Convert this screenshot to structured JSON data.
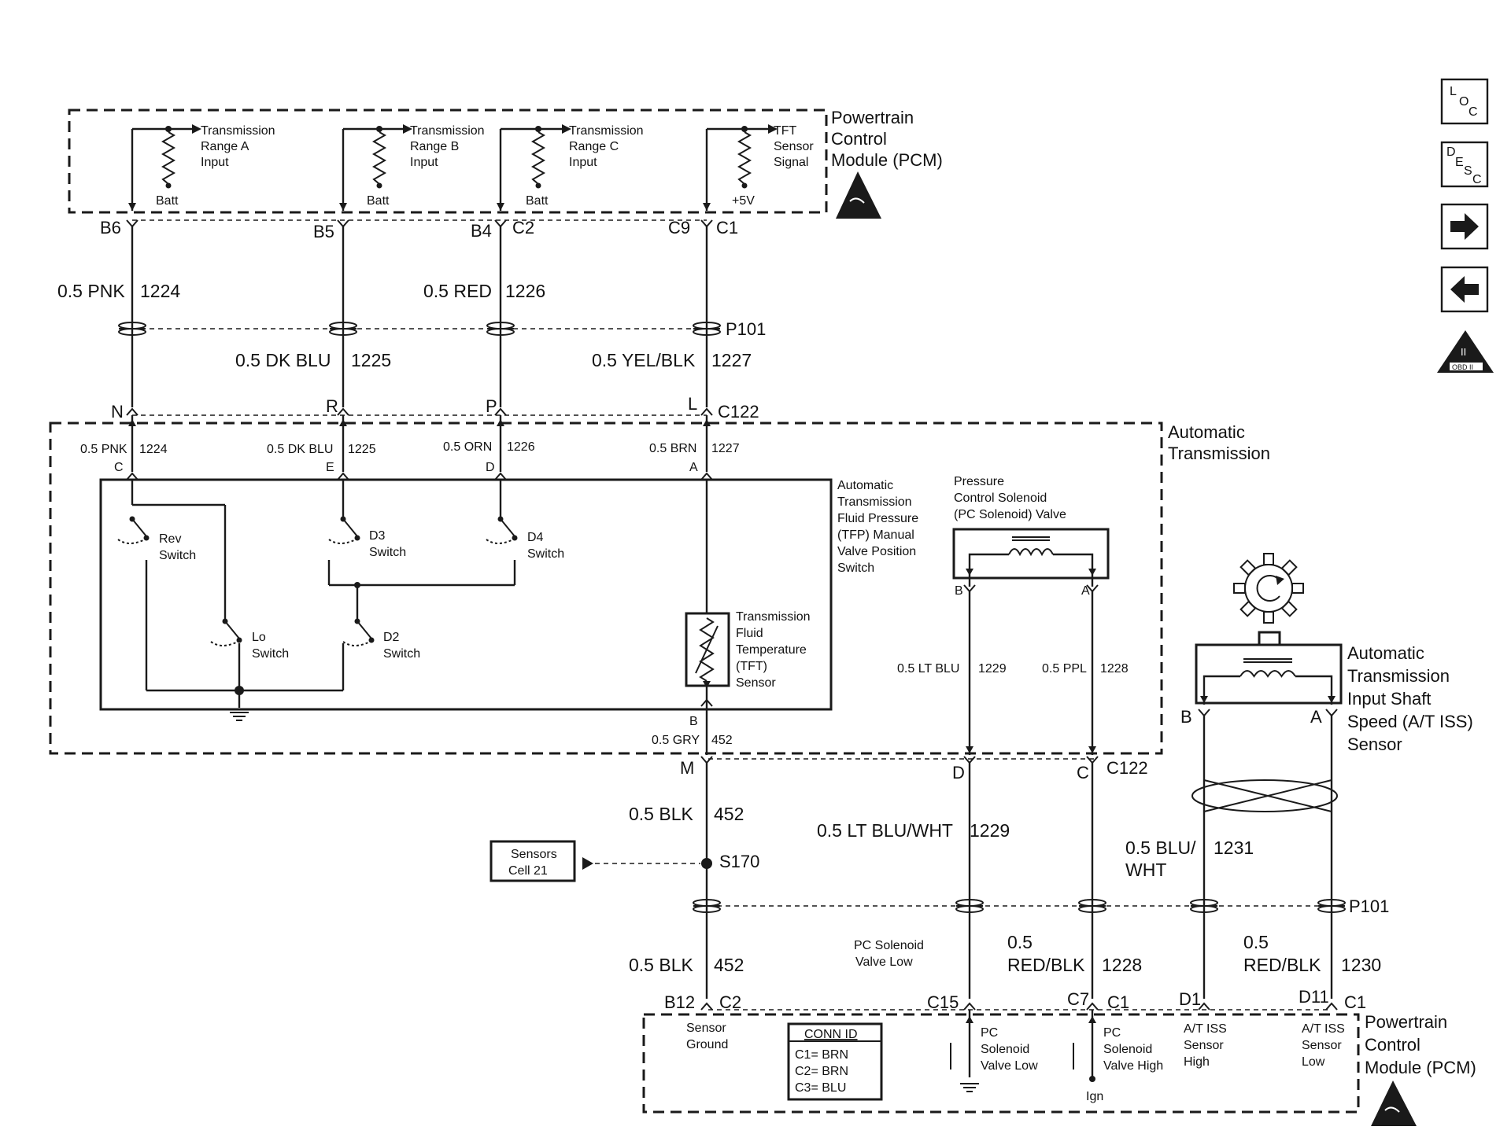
{
  "pcm_top": {
    "title": [
      "Powertrain",
      "Control",
      "Module (PCM)"
    ],
    "inputs": [
      {
        "name": [
          "Transmission",
          "Range A",
          "Input"
        ],
        "supply": "Batt"
      },
      {
        "name": [
          "Transmission",
          "Range B",
          "Input"
        ],
        "supply": "Batt"
      },
      {
        "name": [
          "Transmission",
          "Range C",
          "Input"
        ],
        "supply": "Batt"
      },
      {
        "name": [
          "TFT",
          "Sensor",
          "Signal"
        ],
        "supply": "+5V"
      }
    ],
    "pins": [
      "B6",
      "B5",
      "B4",
      "C2",
      "C9",
      "C1"
    ]
  },
  "harness_top": {
    "wires": [
      {
        "gauge_color": "0.5 PNK",
        "circuit": "1224"
      },
      {
        "gauge_color": "0.5 DK BLU",
        "circuit": "1225"
      },
      {
        "gauge_color": "0.5 RED",
        "circuit": "1226"
      },
      {
        "gauge_color": "0.5 YEL/BLK",
        "circuit": "1227"
      }
    ],
    "connector": "P101"
  },
  "transmission": {
    "title": [
      "Automatic",
      "Transmission"
    ],
    "connector": "C122",
    "pins_top": [
      "N",
      "R",
      "P",
      "L"
    ],
    "internal_wires": [
      {
        "gauge_color": "0.5 PNK",
        "circuit": "1224",
        "pin": "C"
      },
      {
        "gauge_color": "0.5 DK BLU",
        "circuit": "1225",
        "pin": "E"
      },
      {
        "gauge_color": "0.5 ORN",
        "circuit": "1226",
        "pin": "D"
      },
      {
        "gauge_color": "0.5 BRN",
        "circuit": "1227",
        "pin": "A"
      }
    ],
    "tfp_label": [
      "Automatic",
      "Transmission",
      "Fluid Pressure",
      "(TFP) Manual",
      "Valve Position",
      "Switch"
    ],
    "switches": {
      "rev": [
        "Rev",
        "Switch"
      ],
      "d3": [
        "D3",
        "Switch"
      ],
      "d4": [
        "D4",
        "Switch"
      ],
      "lo": [
        "Lo",
        "Switch"
      ],
      "d2": [
        "D2",
        "Switch"
      ]
    },
    "tft_label": [
      "Transmission",
      "Fluid",
      "Temperature",
      "(TFT)",
      "Sensor"
    ],
    "tft_bottom_pin": "B",
    "ground_wire": {
      "gauge_color": "0.5 GRY",
      "circuit": "452"
    },
    "pc_solenoid": {
      "label": [
        "Pressure",
        "Control Solenoid",
        "(PC Solenoid) Valve"
      ],
      "pin_b": "B",
      "pin_a": "A",
      "wire_b": {
        "gauge_color": "0.5 LT BLU",
        "circuit": "1229"
      },
      "wire_a": {
        "gauge_color": "0.5 PPL",
        "circuit": "1228"
      }
    },
    "pins_bottom": [
      "M",
      "D",
      "C"
    ]
  },
  "iss_sensor": {
    "label": [
      "Automatic",
      "Transmission",
      "Input Shaft",
      "Speed (A/T ISS)",
      "Sensor"
    ],
    "pin_b": "B",
    "pin_a": "A"
  },
  "harness_bottom": {
    "ground_wire": {
      "gauge_color": "0.5 BLK",
      "circuit": "452"
    },
    "splice": "S170",
    "sensors_ref": [
      "Sensors",
      "Cell 21"
    ],
    "pc_wire": {
      "gauge_color": "0.5 LT BLU/WHT",
      "circuit": "1229"
    },
    "iss_wire_b": {
      "gauge_color": [
        "0.5 BLU/",
        "WHT"
      ],
      "circuit": "1231"
    },
    "connector": "P101",
    "ground_wire_2": {
      "gauge_color": "0.5 BLK",
      "circuit": "452"
    },
    "pc_low_label": [
      "PC Solenoid",
      "Valve Low"
    ],
    "wire_1228": {
      "gauge_color": [
        "0.5",
        "RED/BLK"
      ],
      "circuit": "1228"
    },
    "wire_1230": {
      "gauge_color": [
        "0.5",
        "RED/BLK"
      ],
      "circuit": "1230"
    }
  },
  "pcm_bottom": {
    "title": [
      "Powertrain",
      "Control",
      "Module (PCM)"
    ],
    "pins": [
      "B12",
      "C2",
      "C15",
      "C7",
      "C1",
      "D1",
      "D11",
      "C1"
    ],
    "sensor_ground": [
      "Sensor",
      "Ground"
    ],
    "conn_id": {
      "title": "CONN ID",
      "rows": [
        "C1= BRN",
        "C2= BRN",
        "C3= BLU"
      ]
    },
    "pc_low": [
      "PC",
      "Solenoid",
      "Valve Low"
    ],
    "pc_high": [
      "PC",
      "Solenoid",
      "Valve High"
    ],
    "ign": "Ign",
    "iss_high": [
      "A/T ISS",
      "Sensor",
      "High"
    ],
    "iss_low": [
      "A/T ISS",
      "Sensor",
      "Low"
    ]
  },
  "side_nav": {
    "loc": [
      "L",
      "O",
      "C"
    ],
    "desc": [
      "D",
      "E",
      "S",
      "C"
    ],
    "obd": [
      "II",
      "OBD II"
    ]
  }
}
